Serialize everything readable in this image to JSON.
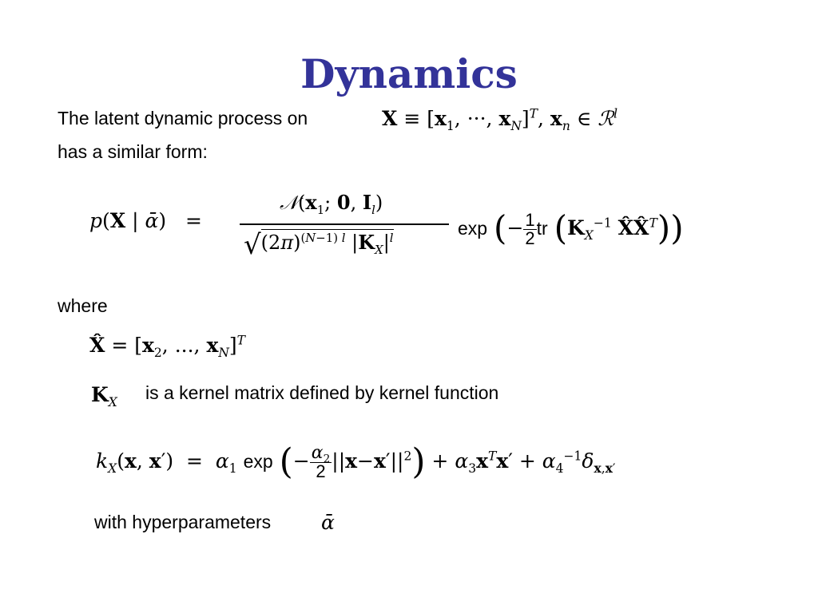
{
  "slide": {
    "title": "Dynamics",
    "intro_line1": "The latent dynamic process on",
    "intro_line2": "has a similar form:",
    "where_label": "where",
    "kernel_desc": "is a kernel matrix defined by kernel function",
    "hyper_label": "with hyperparameters",
    "title_color": "#333399"
  },
  "math": {
    "latent_def": "X ≡ [x1, ···, xN]^T, xn ∈ R^l",
    "density": "p(X | ᾱ) = N(x1; 0, Il) / sqrt((2π)^((N−1) l) |KX|^l) exp(−1/2 tr(KX^−1 X̂ X̂^T))",
    "xhat_def": "X̂ = [x2, ..., xN]^T",
    "kx_symbol": "KX",
    "kernel_fn": "kX(x, x′) = α1 exp(−α2/2 ||x−x′||^2) + α3 x^T x′ + α4^−1 δx,x′",
    "alpha_bar": "ᾱ",
    "exp_word": "exp",
    "tr_word": "tr"
  }
}
